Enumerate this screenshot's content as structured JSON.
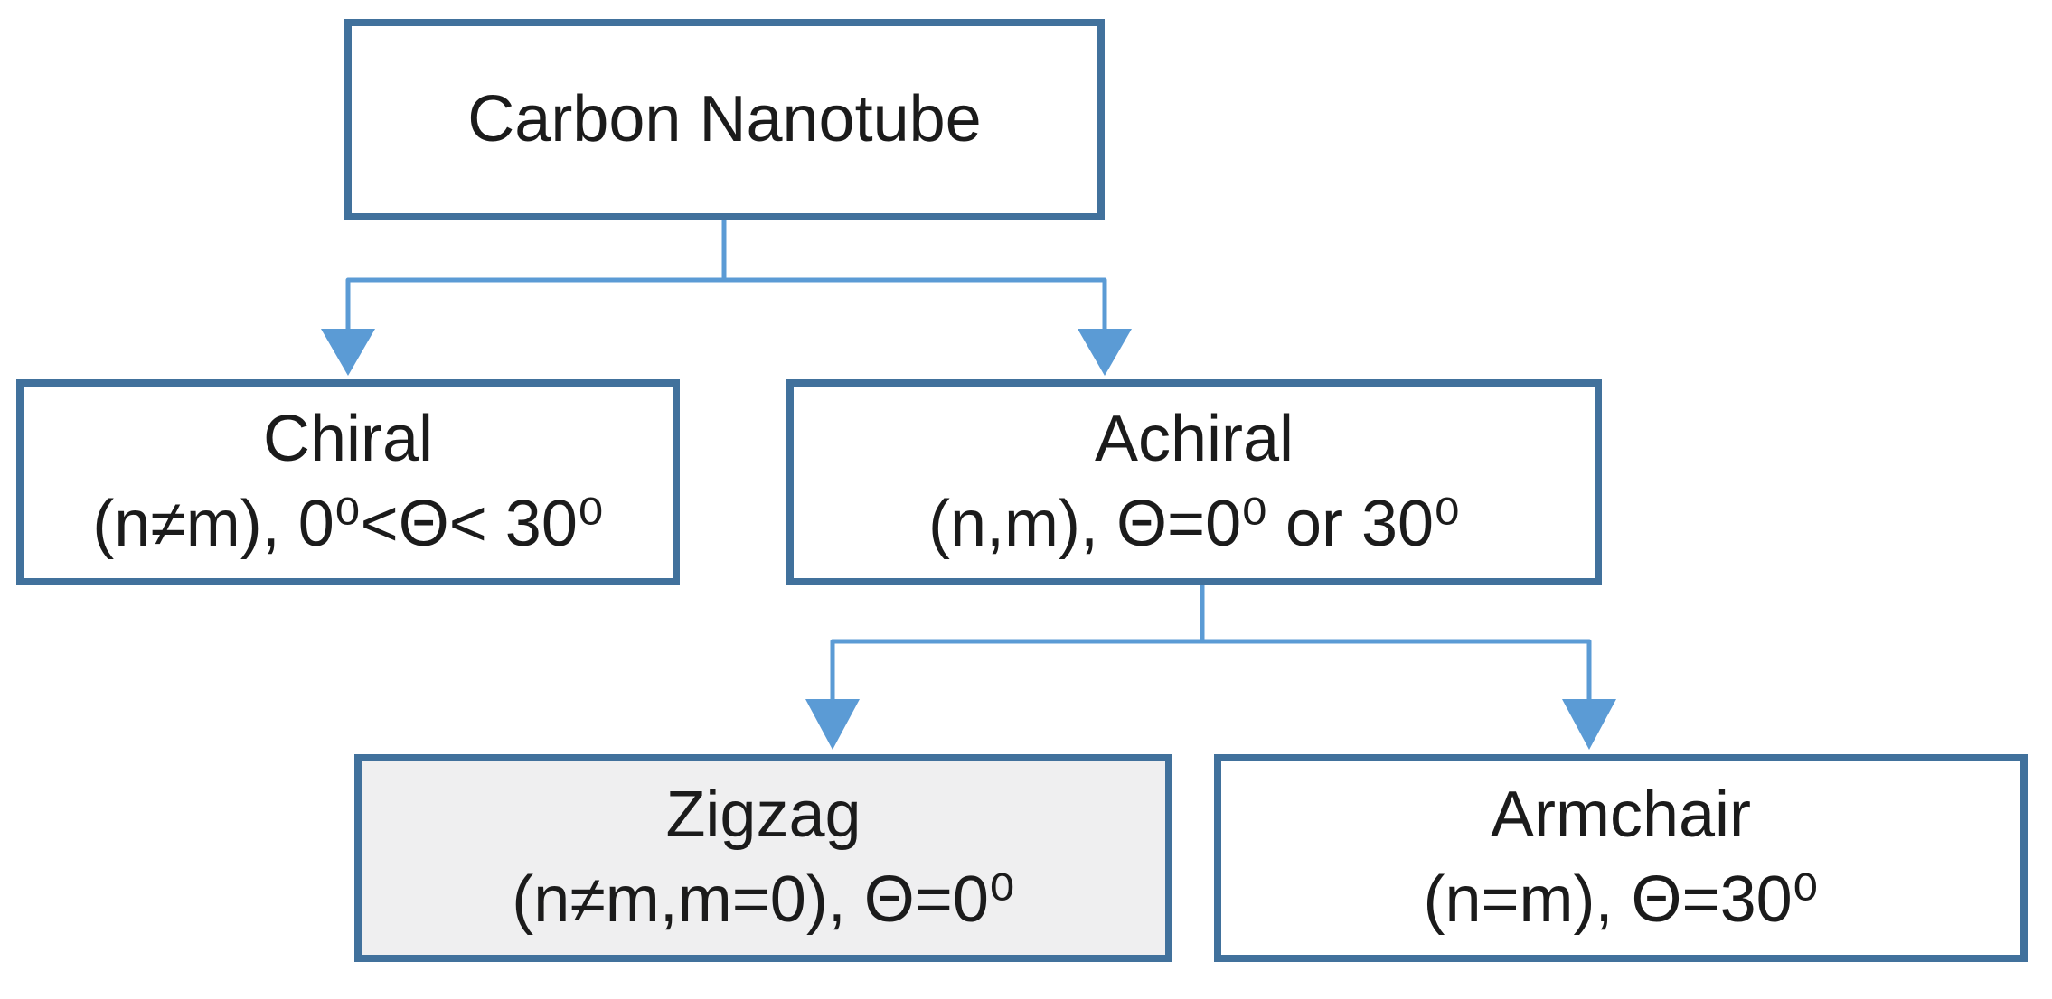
{
  "diagram": {
    "type": "flowchart",
    "nodes": [
      {
        "id": "carbon-nanotube",
        "label": "Carbon Nanotube",
        "sublabel": "",
        "highlighted": false
      },
      {
        "id": "chiral",
        "label": "Chiral",
        "sublabel": "(n≠m), 0⁰<Θ< 30⁰",
        "highlighted": false
      },
      {
        "id": "achiral",
        "label": "Achiral",
        "sublabel": "(n,m), Θ=0⁰ or 30⁰",
        "highlighted": false
      },
      {
        "id": "zigzag",
        "label": "Zigzag",
        "sublabel": "(n≠m,m=0), Θ=0⁰",
        "highlighted": true
      },
      {
        "id": "armchair",
        "label": "Armchair",
        "sublabel": "(n=m), Θ=30⁰",
        "highlighted": false
      }
    ],
    "edges": [
      {
        "from": "carbon-nanotube",
        "to": "chiral"
      },
      {
        "from": "carbon-nanotube",
        "to": "achiral"
      },
      {
        "from": "achiral",
        "to": "zigzag"
      },
      {
        "from": "achiral",
        "to": "armchair"
      }
    ]
  },
  "colors": {
    "box_border": "#41719c",
    "connector_blue": "#5b9bd5",
    "box_fill": "#ffffff",
    "highlight_fill": "#efeff0",
    "text": "#1b1b1b",
    "background": "#ffffff"
  }
}
